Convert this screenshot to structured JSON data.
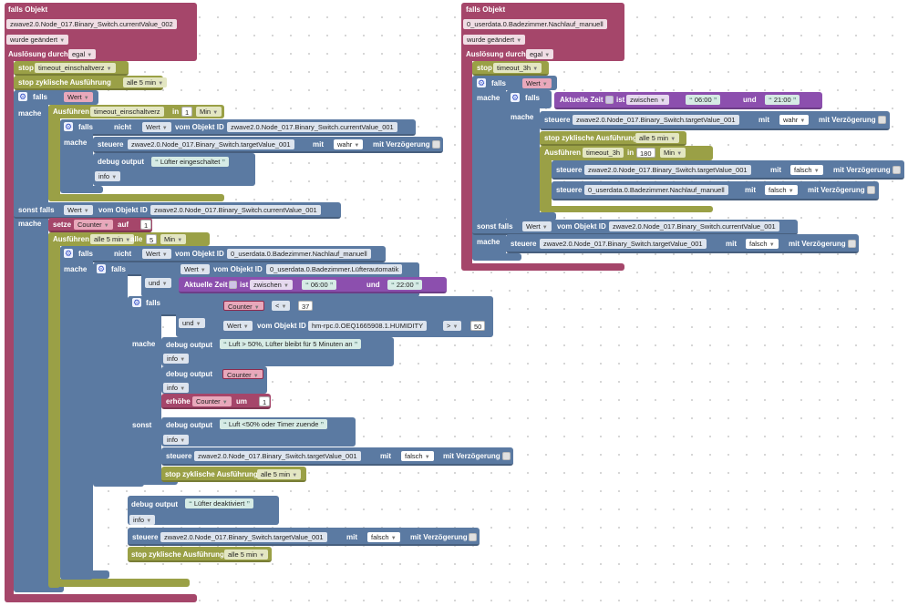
{
  "left": {
    "header": {
      "title": "falls Objekt",
      "object_id": "zwave2.0.Node_017.Binary_Switch.currentValue_002",
      "trigger": "wurde geändert",
      "trigger_by_label": "Auslösung durch",
      "trigger_by_value": "egal"
    },
    "stop_timeout": {
      "label": "stop",
      "value": "timeout_einschaltverz"
    },
    "stop_cyclic": {
      "label": "stop zyklische Ausführung",
      "value": "alle 5 min"
    },
    "if1": {
      "label": "falls",
      "value": "Wert",
      "do_label": "mache"
    },
    "run1": {
      "label": "Ausführen",
      "name": "timeout_einschaltverz",
      "in": "in",
      "amount": "1",
      "unit": "Min"
    },
    "if2": {
      "label": "falls",
      "not": "nicht",
      "value": "Wert",
      "from": "vom Objekt ID",
      "object_id": "zwave2.0.Node_017.Binary_Switch.currentValue_001",
      "do_label": "mache"
    },
    "ctrl1": {
      "label": "steuere",
      "object_id": "zwave2.0.Node_017.Binary_Switch.targetValue_001",
      "with": "mit",
      "value": "wahr",
      "delay": "mit Verzögerung"
    },
    "debug1": {
      "label": "debug output",
      "text": "Lüfter eingeschaltet",
      "level": "info"
    },
    "elseif1": {
      "label": "sonst falls",
      "value": "Wert",
      "from": "vom Objekt ID",
      "object_id": "zwave2.0.Node_017.Binary_Switch.currentValue_001",
      "do_label": "mache"
    },
    "set1": {
      "label": "setze",
      "var": "Counter",
      "to": "auf",
      "value": "1"
    },
    "run2": {
      "label": "Ausführen",
      "name": "alle 5 min",
      "every": "alle",
      "amount": "5",
      "unit": "Min"
    },
    "if3": {
      "label": "falls",
      "not": "nicht",
      "value": "Wert",
      "from": "vom Objekt ID",
      "object_id": "0_userdata.0.Badezimmer.Nachlauf_manuell",
      "do_label": "mache"
    },
    "if4": {
      "label": "falls",
      "value": "Wert",
      "from": "vom Objekt ID",
      "object_id": "0_userdata.0.Badezimmer.Lüfterautomatik",
      "and": "und",
      "time_label": "Aktuelle Zeit",
      "is": "ist",
      "between": "zwischen",
      "from_time": "06:00",
      "and_label": "und",
      "to_time": "22:00"
    },
    "if5": {
      "label": "falls",
      "var": "Counter",
      "op": "<",
      "value": "37",
      "and": "und",
      "value2": "Wert",
      "from": "vom Objekt ID",
      "object_id": "hm-rpc.0.OEQ1665908.1.HUMIDITY",
      "op2": ">",
      "value3": "50",
      "do_label": "mache",
      "else_label": "sonst"
    },
    "debug2": {
      "label": "debug output",
      "text": "Luft > 50%, Lüfter bleibt für 5 Minuten an",
      "level": "info"
    },
    "debug3": {
      "label": "debug output",
      "var": "Counter",
      "level": "info"
    },
    "inc": {
      "label": "erhöhe",
      "var": "Counter",
      "by": "um",
      "value": "1"
    },
    "debug4": {
      "label": "debug output",
      "text": "Luft <50% oder Timer zuende",
      "level": "info"
    },
    "ctrl2": {
      "label": "steuere",
      "object_id": "zwave2.0.Node_017.Binary_Switch.targetValue_001",
      "with": "mit",
      "value": "falsch",
      "delay": "mit Verzögerung"
    },
    "stop2": {
      "label": "stop zyklische Ausführung",
      "value": "alle 5 min"
    },
    "else_outer": {
      "label": "sonst"
    },
    "debug5": {
      "label": "debug output",
      "text": "Lüfter deaktiviert",
      "level": "info"
    },
    "ctrl3": {
      "label": "steuere",
      "object_id": "zwave2.0.Node_017.Binary_Switch.targetValue_001",
      "with": "mit",
      "value": "falsch",
      "delay": "mit Verzögerung"
    },
    "stop3": {
      "label": "stop zyklische Ausführung",
      "value": "alle 5 min"
    }
  },
  "right": {
    "header": {
      "title": "falls Objekt",
      "object_id": "0_userdata.0.Badezimmer.Nachlauf_manuell",
      "trigger": "wurde geändert",
      "trigger_by_label": "Auslösung durch",
      "trigger_by_value": "egal"
    },
    "stop_timeout": {
      "label": "stop",
      "value": "timeout_3h"
    },
    "if1": {
      "label": "falls",
      "value": "Wert",
      "do_label": "mache"
    },
    "if2": {
      "label": "falls",
      "time_label": "Aktuelle Zeit",
      "is": "ist",
      "between": "zwischen",
      "from_time": "06:00",
      "and_label": "und",
      "to_time": "21:00",
      "do_label": "mache"
    },
    "ctrl1": {
      "label": "steuere",
      "object_id": "zwave2.0.Node_017.Binary_Switch.targetValue_001",
      "with": "mit",
      "value": "wahr",
      "delay": "mit Verzögerung"
    },
    "stop_cyclic": {
      "label": "stop zyklische Ausführung",
      "value": "alle 5 min"
    },
    "run1": {
      "label": "Ausführen",
      "name": "timeout_3h",
      "in": "in",
      "amount": "180",
      "unit": "Min"
    },
    "ctrl2": {
      "label": "steuere",
      "object_id": "zwave2.0.Node_017.Binary_Switch.targetValue_001",
      "with": "mit",
      "value": "falsch",
      "delay": "mit Verzögerung"
    },
    "ctrl3": {
      "label": "steuere",
      "object_id": "0_userdata.0.Badezimmer.Nachlauf_manuell",
      "with": "mit",
      "value": "falsch",
      "delay": "mit Verzögerung"
    },
    "elseif1": {
      "label": "sonst falls",
      "value": "Wert",
      "from": "vom Objekt ID",
      "object_id": "zwave2.0.Node_017.Binary_Switch.currentValue_001",
      "do_label": "mache"
    },
    "ctrl4": {
      "label": "steuere",
      "object_id": "zwave2.0.Node_017.Binary_Switch.targetValue_001",
      "with": "mit",
      "value": "falsch",
      "delay": "mit Verzögerung"
    }
  },
  "icons": {
    "gear": "gear-icon",
    "dropdown": "chevron-down-icon",
    "quote": "quote-icon",
    "checkbox": "checkbox-icon"
  },
  "colors": {
    "trigger": "#a5466a",
    "timeout": "#9aa046",
    "logic": "#5b7aa2",
    "time": "#8c4fae",
    "string": "#d6ebe5"
  }
}
